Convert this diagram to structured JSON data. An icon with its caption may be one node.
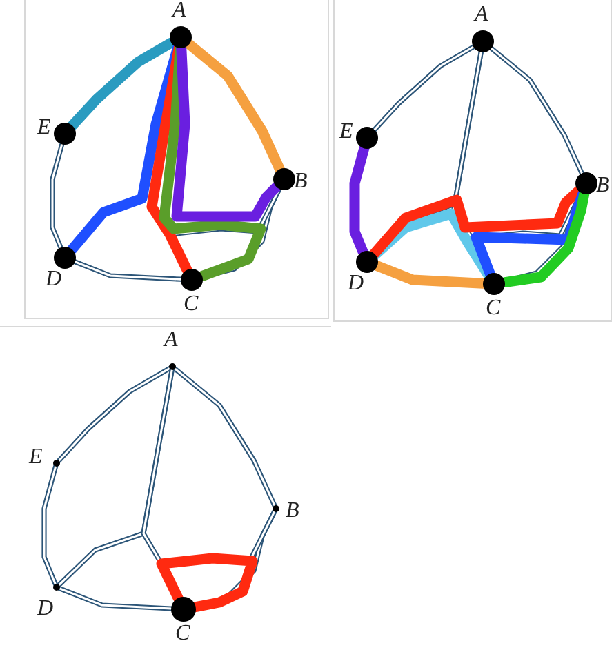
{
  "diagram": {
    "nodes": [
      {
        "text": [],
        "shape": "circle",
        "beside": [
          "A"
        ]
      },
      {
        "text": [],
        "shape": "circle",
        "beside": [
          "E"
        ]
      },
      {
        "text": [],
        "shape": "circle",
        "beside": [
          "B"
        ]
      },
      {
        "text": [],
        "shape": "circle",
        "beside": [
          "D"
        ]
      },
      {
        "text": [],
        "shape": "circle",
        "beside": [
          "C"
        ]
      },
      {
        "text": [],
        "shape": "circle",
        "beside": [
          "A"
        ]
      },
      {
        "text": [],
        "shape": "circle",
        "beside": [
          "E"
        ]
      },
      {
        "text": [],
        "shape": "circle",
        "beside": [
          "B"
        ]
      },
      {
        "text": [],
        "shape": "circle",
        "beside": [
          "D"
        ]
      },
      {
        "text": [],
        "shape": "circle",
        "beside": [
          "C"
        ]
      },
      {
        "text": [],
        "shape": "circle",
        "beside": [
          "A"
        ]
      },
      {
        "text": [],
        "shape": "circle",
        "beside": [
          "E"
        ]
      },
      {
        "text": [],
        "shape": "circle",
        "beside": [
          "B"
        ]
      },
      {
        "text": [],
        "shape": "circle",
        "beside": [
          "D"
        ]
      },
      {
        "text": [],
        "shape": "circle",
        "beside": [
          "C"
        ]
      }
    ],
    "edges": [
      {
        "from": 1,
        "to": 3,
        "arrow": "none"
      },
      {
        "from": 3,
        "to": 4,
        "arrow": "none"
      },
      {
        "from": 2,
        "to": 4,
        "arrow": "none"
      },
      {
        "from": 4,
        "to": 2,
        "arrow": "none"
      },
      {
        "from": 0,
        "to": 1,
        "arrow": "none",
        "style": "thick",
        "color": "#2a9bc0"
      },
      {
        "from": 0,
        "to": 2,
        "arrow": "none",
        "style": "thick",
        "color": "#f5a040"
      },
      {
        "from": 0,
        "to": 3,
        "arrow": "none",
        "style": "thick",
        "color": "#1f4fff"
      },
      {
        "from": 0,
        "to": 4,
        "arrow": "none",
        "style": "thick",
        "color": "#ff2a10"
      },
      {
        "from": 0,
        "to": 4,
        "arrow": "none",
        "style": "thick",
        "color": "#5a9e2a"
      },
      {
        "from": 0,
        "to": 2,
        "arrow": "none",
        "style": "thick",
        "color": "#6a1fe0"
      },
      {
        "from": 5,
        "to": 6,
        "arrow": "none"
      },
      {
        "from": 5,
        "to": 7,
        "arrow": "none"
      },
      {
        "from": 7,
        "to": 9,
        "arrow": "none"
      },
      {
        "from": 5,
        "to": 8,
        "arrow": "none"
      },
      {
        "from": 5,
        "to": 9,
        "arrow": "none"
      },
      {
        "from": 9,
        "to": 7,
        "arrow": "none"
      },
      {
        "from": 6,
        "to": 8,
        "arrow": "none",
        "style": "thick",
        "color": "#6a1fe0"
      },
      {
        "from": 8,
        "to": 9,
        "arrow": "none",
        "style": "thick",
        "color": "#f5a040"
      },
      {
        "from": 8,
        "to": 9,
        "arrow": "none",
        "style": "thick",
        "color": "#60c8ea"
      },
      {
        "from": 8,
        "to": 7,
        "arrow": "none",
        "style": "thick",
        "color": "#ff2a10"
      },
      {
        "from": 9,
        "to": 7,
        "arrow": "none",
        "style": "thick",
        "color": "#1f4fff"
      },
      {
        "from": 9,
        "to": 7,
        "arrow": "none",
        "style": "thick",
        "color": "#22cc22"
      },
      {
        "from": 10,
        "to": 11,
        "arrow": "none"
      },
      {
        "from": 11,
        "to": 13,
        "arrow": "none"
      },
      {
        "from": 13,
        "to": 14,
        "arrow": "none"
      },
      {
        "from": 10,
        "to": 12,
        "arrow": "none"
      },
      {
        "from": 12,
        "to": 14,
        "arrow": "none"
      },
      {
        "from": 10,
        "to": 13,
        "arrow": "none"
      },
      {
        "from": 10,
        "to": 14,
        "arrow": "none"
      },
      {
        "from": 14,
        "to": 12,
        "arrow": "none"
      },
      {
        "from": 14,
        "to": 14,
        "arrow": "none",
        "style": "thick",
        "color": "#ff2a10"
      }
    ]
  }
}
